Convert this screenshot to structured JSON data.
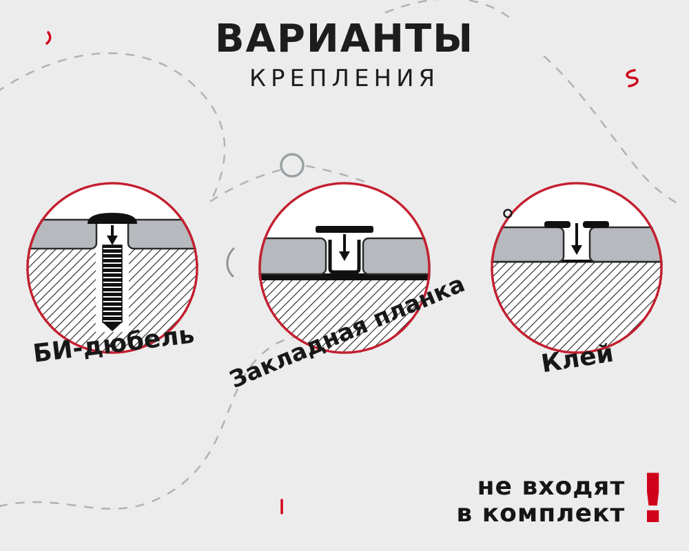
{
  "header": {
    "title": "ВАРИАНТЫ",
    "subtitle": "КРЕПЛЕНИЯ"
  },
  "options": [
    {
      "label": "БИ-дюбель"
    },
    {
      "label": "Закладная планка"
    },
    {
      "label": "Клей"
    }
  ],
  "footer": {
    "line1": "не входят",
    "line2": "в комплект",
    "exclamation": "!"
  },
  "colors": {
    "background": "#ececec",
    "accent_red": "#d0021b",
    "ring_red": "#c32030",
    "panel_gray": "#b6b9bd",
    "hatch_dark": "#2f2f2f",
    "dash_gray": "#b3b3b3",
    "text_dark": "#1c1c1c"
  },
  "icons": {
    "middle_decoration": "circle-outline",
    "warning": "exclamation-mark"
  }
}
